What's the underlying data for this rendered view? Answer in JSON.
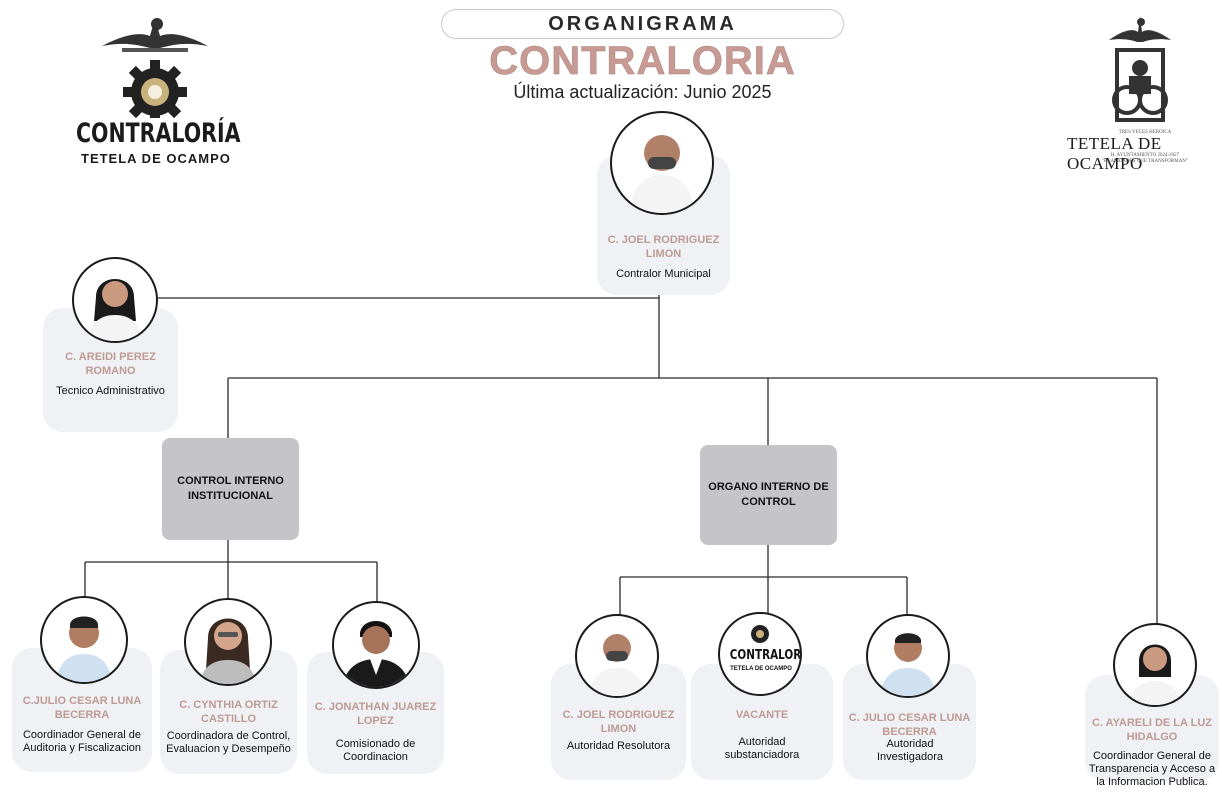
{
  "header": {
    "label": "ORGANIGRAMA",
    "title": "CONTRALORIA",
    "subtitle": "Última actualización: Junio 2025"
  },
  "logo_left": {
    "line1": "CONTRALORÍA",
    "line2": "TETELA DE OCAMPO",
    "icon": "eagle-gear-icon"
  },
  "logo_right": {
    "top": "TRES VECES HEROICA",
    "name": "TETELA DE OCAMPO",
    "line1": "H. AYUNTAMIENTO 2024-2027",
    "line2": "\"REALIDADES QUE TRANSFORMAN\"",
    "icon": "eagle-cannon-icon"
  },
  "people": {
    "joel_top": {
      "name": "C. JOEL RODRIGUEZ LIMON",
      "role": "Contralor Municipal"
    },
    "areidi": {
      "name": "C. AREIDI PEREZ ROMANO",
      "role": "Tecnico Administrativo"
    },
    "julio1": {
      "name": "C.JULIO CESAR LUNA BECERRA",
      "role": "Coordinador General de Auditoria y Fiscalizacion"
    },
    "cynthia": {
      "name": "C. CYNTHIA ORTIZ CASTILLO",
      "role": "Coordinadora de Control, Evaluacion y Desempeño"
    },
    "jonathan": {
      "name": "C. JONATHAN JUAREZ LOPEZ",
      "role": "Comisionado de Coordinacion"
    },
    "joel2": {
      "name": "C. JOEL RODRIGUEZ LIMON",
      "role": "Autoridad Resolutora"
    },
    "vacante": {
      "name": "VACANTE",
      "role": "Autoridad substanciadora",
      "logo1": "CONTRALORÍA",
      "logo2": "TETELA DE OCAMPO"
    },
    "julio2": {
      "name": "C. JULIO CESAR LUNA BECERRA",
      "role": "Autoridad Investigadora"
    },
    "ayareli": {
      "name": "C. AYARELI DE LA LUZ HIDALGO",
      "role": "Coordinador General de Transparencia y Acceso a la Informacion Publica."
    }
  },
  "departments": {
    "control_interno": "CONTROL INTERNO INSTITUCIONAL",
    "organo_interno": "ORGANO INTERNO DE CONTROL"
  },
  "colors": {
    "title": "#c79a93",
    "name": "#bd9a93",
    "card": "#f0f1f5",
    "dept_box": "#c5c4c8",
    "line": "#2a2a2a"
  }
}
